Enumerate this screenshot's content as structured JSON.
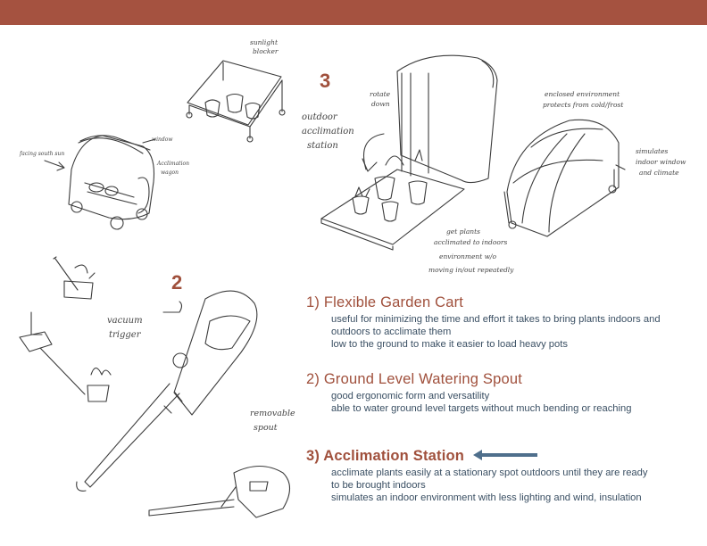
{
  "theme": {
    "bar_color": "#a55240",
    "heading_color": "#a0503c",
    "body_color": "#3a4f63",
    "arrow_color": "#4f6f8c"
  },
  "sketch_numbers": {
    "station": "3",
    "spout": "2"
  },
  "annotations": {
    "sunlight_blocker": [
      "sunlight",
      "blocker"
    ],
    "facing_south_sun": "facing south sun",
    "window": "window",
    "acclimation_wagon": [
      "Acclimation",
      "wagon"
    ],
    "rotate_down": [
      "rotate",
      "down"
    ],
    "outdoor_station": [
      "outdoor",
      "acclimation",
      "station"
    ],
    "enclosed_env": [
      "enclosed environment",
      "protects from cold/frost"
    ],
    "simulates": [
      "simulates",
      "indoor window",
      "and climate"
    ],
    "get_plants": [
      "get plants",
      "acclimated to indoors",
      "environment w/o",
      "moving in/out repeatedly"
    ],
    "vacuum_trigger": [
      "vacuum",
      "trigger"
    ],
    "removable_spout": [
      "removable",
      "spout"
    ]
  },
  "concepts": [
    {
      "title": "1) Flexible Garden Cart",
      "lines": [
        "useful for minimizing the time and effort it takes to bring plants indoors and outdoors to acclimate them",
        "low to the ground to make it easier to load heavy pots"
      ]
    },
    {
      "title": "2) Ground Level Watering Spout",
      "lines": [
        "good ergonomic form and versatility",
        "able to water ground level targets without much bending or reaching"
      ]
    },
    {
      "title": "3) Acclimation Station",
      "lines": [
        "acclimate plants easily at a stationary spot outdoors until they are ready to be brought indoors",
        "simulates an indoor environment with less lighting and wind, insulation"
      ]
    }
  ]
}
